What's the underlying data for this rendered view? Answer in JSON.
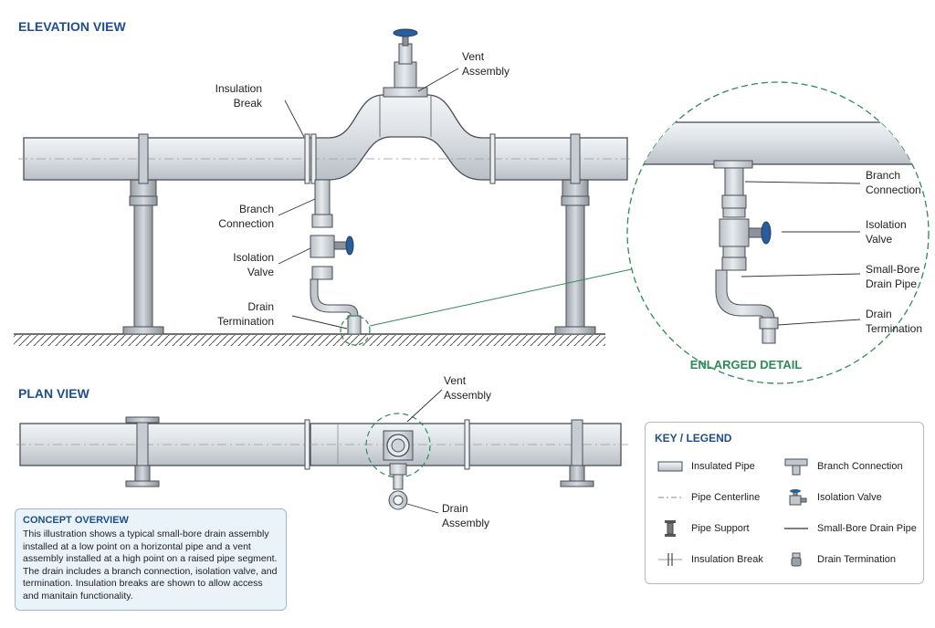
{
  "elevation": {
    "heading": "ELEVATION VIEW",
    "labels": {
      "vent_line1": "Vent",
      "vent_line2": "Assembly",
      "insul_line1": "Insulation",
      "insul_line2": "Break",
      "branch_line1": "Branch",
      "branch_line2": "Connection",
      "valve_line1": "Isolation",
      "valve_line2": "Valve",
      "drain_line1": "Drain",
      "drain_line2": "Termination"
    }
  },
  "detail": {
    "title": "ENLARGED DETAIL",
    "labels": {
      "branch_line1": "Branch",
      "branch_line2": "Connection",
      "valve_line1": "Isolation",
      "valve_line2": "Valve",
      "smallbore_line1": "Small-Bore",
      "smallbore_line2": "Drain Pipe",
      "drain_line1": "Drain",
      "drain_line2": "Termination"
    }
  },
  "plan": {
    "heading": "PLAN VIEW",
    "labels": {
      "vent_line1": "Vent",
      "vent_line2": "Assembly",
      "drain_line1": "Drain",
      "drain_line2": "Assembly"
    }
  },
  "overview": {
    "title": "CONCEPT OVERVIEW",
    "text": "This illustration shows a typical small-bore drain assembly installed at a low point on a horizontal pipe and a vent assembly installed at a high point on a raised pipe segment. The drain includes a branch connection, isolation valve, and termination. Insulation breaks are shown to allow access and manitain functionality."
  },
  "legend": {
    "title": "KEY / LEGEND",
    "items": [
      {
        "label": "Insulated Pipe",
        "icon": "insulated-pipe"
      },
      {
        "label": "Branch Connection",
        "icon": "branch-connection"
      },
      {
        "label": "Pipe Centerline",
        "icon": "pipe-centerline"
      },
      {
        "label": "Isolation Valve",
        "icon": "isolation-valve"
      },
      {
        "label": "Pipe Support",
        "icon": "pipe-support"
      },
      {
        "label": "Small-Bore Drain Pipe",
        "icon": "small-bore-drain-pipe"
      },
      {
        "label": "Insulation Break",
        "icon": "insulation-break"
      },
      {
        "label": "Drain Termination",
        "icon": "drain-termination"
      }
    ]
  },
  "colors": {
    "heading": "#1f4e8c",
    "detail_accent": "#2e8b57",
    "pipe_fill": "#d9dde2",
    "pipe_stroke": "#4a4f55",
    "valve_handle": "#2b5d9b"
  }
}
